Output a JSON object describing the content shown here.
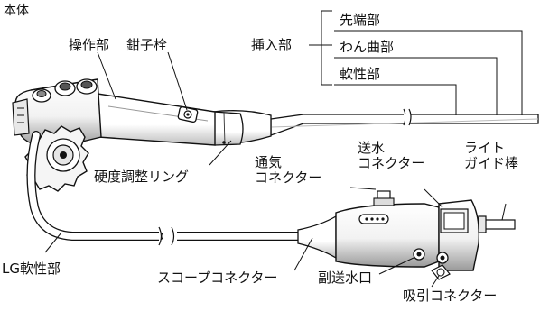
{
  "title": "本体",
  "labels": {
    "operation_section": "操作部",
    "forceps_plug": "鉗子栓",
    "insertion_section": "挿入部",
    "distal_end": "先端部",
    "bending_section": "わん曲部",
    "flexible_section": "軟性部",
    "stiffness_ring": "硬度調整リング",
    "air_connector": "通気\nコネクター",
    "water_connector": "送水\nコネクター",
    "light_guide_rod": "ライト\nガイド棒",
    "lg_flexible": "LG軟性部",
    "scope_connector": "スコープコネクター",
    "aux_water_port": "副送水口",
    "suction_connector": "吸引コネクター"
  },
  "colors": {
    "stroke": "#111111",
    "body_fill": "#ffffff",
    "shade": "#cfcfcf",
    "dark": "#6f6f6f"
  }
}
